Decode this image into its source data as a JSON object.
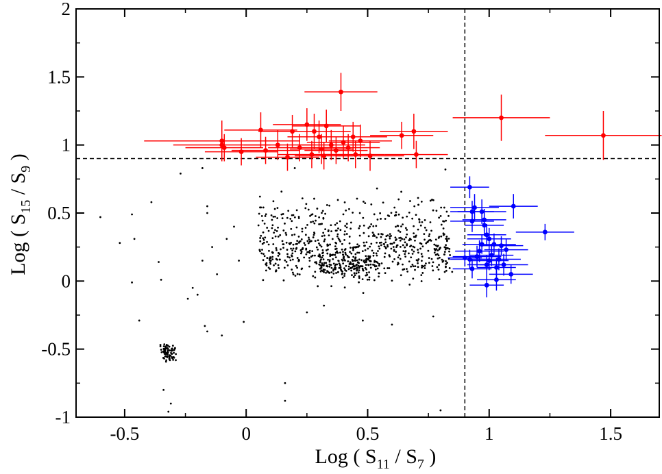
{
  "chart_data": {
    "type": "scatter",
    "title": "",
    "xlabel": {
      "prefix": "Log ( S",
      "sub1": "11",
      "mid": " / S",
      "sub2": "7",
      "suffix": " )"
    },
    "ylabel": {
      "prefix": "Log ( S",
      "sub1": "15",
      "mid": " / S",
      "sub2": "9",
      "suffix": " )"
    },
    "xlim": [
      -0.7,
      1.7
    ],
    "ylim": [
      -1,
      2
    ],
    "xticks": [
      {
        "v": -0.5,
        "label": "-0.5"
      },
      {
        "v": 0,
        "label": "0"
      },
      {
        "v": 0.5,
        "label": "0.5"
      },
      {
        "v": 1,
        "label": "1"
      },
      {
        "v": 1.5,
        "label": "1.5"
      }
    ],
    "yticks": [
      {
        "v": -1,
        "label": "-1"
      },
      {
        "v": -0.5,
        "label": "-0.5"
      },
      {
        "v": 0,
        "label": "0"
      },
      {
        "v": 0.5,
        "label": "0.5"
      },
      {
        "v": 1,
        "label": "1"
      },
      {
        "v": 1.5,
        "label": "1.5"
      },
      {
        "v": 2,
        "label": "2"
      }
    ],
    "grid": false,
    "legend": "none",
    "reference_lines": {
      "x": 0.9,
      "y": 0.9
    },
    "colors": {
      "red": "#ff0000",
      "blue": "#0000ff",
      "black": "#000000"
    },
    "series": [
      {
        "color": "#ff0000",
        "marker": "circle-errorbar",
        "points": [
          {
            "x": -0.1,
            "y": 1.03,
            "xerr": 0.32,
            "yerr": 0.15
          },
          {
            "x": -0.1,
            "y": 1.0,
            "xerr": 0.2,
            "yerr": 0.12
          },
          {
            "x": -0.09,
            "y": 0.98,
            "xerr": 0.16,
            "yerr": 0.1
          },
          {
            "x": -0.02,
            "y": 0.95,
            "xerr": 0.15,
            "yerr": 0.1
          },
          {
            "x": 0.06,
            "y": 1.11,
            "xerr": 0.15,
            "yerr": 0.13
          },
          {
            "x": 0.08,
            "y": 0.96,
            "xerr": 0.14,
            "yerr": 0.1
          },
          {
            "x": 0.13,
            "y": 1.0,
            "xerr": 0.14,
            "yerr": 0.11
          },
          {
            "x": 0.17,
            "y": 0.91,
            "xerr": 0.13,
            "yerr": 0.1
          },
          {
            "x": 0.19,
            "y": 1.1,
            "xerr": 0.14,
            "yerr": 0.12
          },
          {
            "x": 0.22,
            "y": 0.98,
            "xerr": 0.13,
            "yerr": 0.1
          },
          {
            "x": 0.25,
            "y": 1.15,
            "xerr": 0.14,
            "yerr": 0.12
          },
          {
            "x": 0.27,
            "y": 0.93,
            "xerr": 0.14,
            "yerr": 0.1
          },
          {
            "x": 0.28,
            "y": 1.1,
            "xerr": 0.15,
            "yerr": 0.13
          },
          {
            "x": 0.3,
            "y": 1.06,
            "xerr": 0.13,
            "yerr": 0.12
          },
          {
            "x": 0.31,
            "y": 0.97,
            "xerr": 0.13,
            "yerr": 0.11
          },
          {
            "x": 0.32,
            "y": 0.92,
            "xerr": 0.12,
            "yerr": 0.1
          },
          {
            "x": 0.33,
            "y": 1.14,
            "xerr": 0.14,
            "yerr": 0.12
          },
          {
            "x": 0.35,
            "y": 1.0,
            "xerr": 0.14,
            "yerr": 0.11
          },
          {
            "x": 0.37,
            "y": 0.96,
            "xerr": 0.13,
            "yerr": 0.1
          },
          {
            "x": 0.39,
            "y": 1.39,
            "xerr": 0.15,
            "yerr": 0.14
          },
          {
            "x": 0.4,
            "y": 1.02,
            "xerr": 0.15,
            "yerr": 0.12
          },
          {
            "x": 0.42,
            "y": 0.98,
            "xerr": 0.13,
            "yerr": 0.1
          },
          {
            "x": 0.44,
            "y": 1.06,
            "xerr": 0.14,
            "yerr": 0.11
          },
          {
            "x": 0.45,
            "y": 0.93,
            "xerr": 0.12,
            "yerr": 0.1
          },
          {
            "x": 0.47,
            "y": 1.03,
            "xerr": 0.13,
            "yerr": 0.12
          },
          {
            "x": 0.51,
            "y": 0.92,
            "xerr": 0.14,
            "yerr": 0.11
          },
          {
            "x": 0.64,
            "y": 1.07,
            "xerr": 0.13,
            "yerr": 0.1
          },
          {
            "x": 0.69,
            "y": 1.1,
            "xerr": 0.14,
            "yerr": 0.13
          },
          {
            "x": 0.7,
            "y": 0.93,
            "xerr": 0.13,
            "yerr": 0.1
          },
          {
            "x": 1.05,
            "y": 1.2,
            "xerr": 0.2,
            "yerr": 0.17
          },
          {
            "x": 1.47,
            "y": 1.07,
            "xerr": 0.24,
            "yerr": 0.18
          }
        ]
      },
      {
        "color": "#0000ff",
        "marker": "circle-errorbar",
        "points": [
          {
            "x": 0.92,
            "y": 0.69,
            "xerr": 0.08,
            "yerr": 0.08
          },
          {
            "x": 0.94,
            "y": 0.54,
            "xerr": 0.1,
            "yerr": 0.1
          },
          {
            "x": 0.93,
            "y": 0.51,
            "xerr": 0.09,
            "yerr": 0.08
          },
          {
            "x": 0.93,
            "y": 0.44,
            "xerr": 0.09,
            "yerr": 0.08
          },
          {
            "x": 0.97,
            "y": 0.51,
            "xerr": 0.1,
            "yerr": 0.09
          },
          {
            "x": 0.98,
            "y": 0.45,
            "xerr": 0.09,
            "yerr": 0.08
          },
          {
            "x": 0.98,
            "y": 0.41,
            "xerr": 0.08,
            "yerr": 0.08
          },
          {
            "x": 0.99,
            "y": 0.34,
            "xerr": 0.08,
            "yerr": 0.08
          },
          {
            "x": 1.0,
            "y": 0.31,
            "xerr": 0.09,
            "yerr": 0.08
          },
          {
            "x": 1.1,
            "y": 0.55,
            "xerr": 0.1,
            "yerr": 0.09
          },
          {
            "x": 1.23,
            "y": 0.36,
            "xerr": 0.12,
            "yerr": 0.06
          },
          {
            "x": 0.97,
            "y": 0.27,
            "xerr": 0.08,
            "yerr": 0.07
          },
          {
            "x": 0.96,
            "y": 0.22,
            "xerr": 0.1,
            "yerr": 0.08
          },
          {
            "x": 0.95,
            "y": 0.18,
            "xerr": 0.1,
            "yerr": 0.08
          },
          {
            "x": 0.92,
            "y": 0.16,
            "xerr": 0.08,
            "yerr": 0.07
          },
          {
            "x": 0.9,
            "y": 0.17,
            "xerr": 0.07,
            "yerr": 0.06
          },
          {
            "x": 1.02,
            "y": 0.27,
            "xerr": 0.09,
            "yerr": 0.08
          },
          {
            "x": 1.05,
            "y": 0.26,
            "xerr": 0.09,
            "yerr": 0.07
          },
          {
            "x": 1.07,
            "y": 0.23,
            "xerr": 0.09,
            "yerr": 0.08
          },
          {
            "x": 1.01,
            "y": 0.19,
            "xerr": 0.09,
            "yerr": 0.08
          },
          {
            "x": 1.04,
            "y": 0.16,
            "xerr": 0.09,
            "yerr": 0.08
          },
          {
            "x": 1.0,
            "y": 0.15,
            "xerr": 0.08,
            "yerr": 0.07
          },
          {
            "x": 1.06,
            "y": 0.12,
            "xerr": 0.1,
            "yerr": 0.08
          },
          {
            "x": 0.99,
            "y": 0.12,
            "xerr": 0.08,
            "yerr": 0.07
          },
          {
            "x": 1.03,
            "y": 0.1,
            "xerr": 0.08,
            "yerr": 0.07
          },
          {
            "x": 0.93,
            "y": 0.09,
            "xerr": 0.08,
            "yerr": 0.07
          },
          {
            "x": 1.09,
            "y": 0.05,
            "xerr": 0.09,
            "yerr": 0.07
          },
          {
            "x": 1.03,
            "y": 0.01,
            "xerr": 0.08,
            "yerr": 0.08
          },
          {
            "x": 0.99,
            "y": -0.03,
            "xerr": 0.07,
            "yerr": 0.09
          }
        ]
      },
      {
        "color": "#000000",
        "marker": "dot",
        "points": [
          {
            "x": -0.6,
            "y": 0.47
          },
          {
            "x": -0.52,
            "y": 0.28
          },
          {
            "x": -0.47,
            "y": 0.49
          },
          {
            "x": -0.46,
            "y": 0.31
          },
          {
            "x": -0.47,
            "y": -0.01
          },
          {
            "x": -0.44,
            "y": -0.29
          },
          {
            "x": -0.39,
            "y": 0.58
          },
          {
            "x": -0.36,
            "y": 0.14
          },
          {
            "x": -0.35,
            "y": 0.01
          },
          {
            "x": -0.27,
            "y": 0.79
          },
          {
            "x": -0.24,
            "y": -0.13
          },
          {
            "x": -0.22,
            "y": -0.05
          },
          {
            "x": -0.2,
            "y": -0.1
          },
          {
            "x": -0.18,
            "y": 0.15
          },
          {
            "x": -0.17,
            "y": -0.33
          },
          {
            "x": -0.16,
            "y": -0.37
          },
          {
            "x": -0.14,
            "y": 0.25
          },
          {
            "x": -0.12,
            "y": 0.05
          },
          {
            "x": -0.1,
            "y": -0.4
          },
          {
            "x": -0.16,
            "y": 0.5
          },
          {
            "x": -0.16,
            "y": 0.55
          },
          {
            "x": -0.03,
            "y": 0.15
          },
          {
            "x": -0.01,
            "y": -0.3
          },
          {
            "x": -0.34,
            "y": -0.8
          },
          {
            "x": -0.31,
            "y": -0.9
          },
          {
            "x": -0.32,
            "y": -0.96
          },
          {
            "x": 0.16,
            "y": -0.75
          },
          {
            "x": 0.16,
            "y": -0.88
          },
          {
            "x": 0.25,
            "y": -0.23
          },
          {
            "x": 0.32,
            "y": -0.18
          },
          {
            "x": 0.48,
            "y": -0.29
          },
          {
            "x": 0.6,
            "y": -0.32
          },
          {
            "x": 0.8,
            "y": -0.95
          },
          {
            "x": 0.82,
            "y": 0.82
          },
          {
            "x": 0.2,
            "y": 0.83
          },
          {
            "x": -0.18,
            "y": 0.83
          },
          {
            "x": 0.77,
            "y": -0.26
          },
          {
            "x": -0.05,
            "y": 0.4
          },
          {
            "x": -0.08,
            "y": 0.31
          }
        ]
      }
    ]
  }
}
